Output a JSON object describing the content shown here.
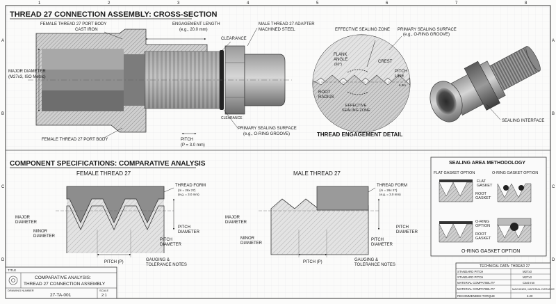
{
  "grid": {
    "cols": [
      "1",
      "2",
      "3",
      "4",
      "5",
      "6",
      "7",
      "8"
    ],
    "rows": [
      "A",
      "B",
      "C",
      "D"
    ]
  },
  "top": {
    "title": "THREAD 27 CONNECTION ASSEMBLY: CROSS-SECTION",
    "labels": {
      "female_port_body_top": [
        "FEMALE THREAD 27 PORT BODY",
        "CAST IRON"
      ],
      "engagement_length": [
        "ENGAGEMENT LENGTH",
        "(e.g., 20.0 mm)"
      ],
      "clearance_top": "CLEARANCE",
      "male_adapter": [
        "MALE THREAD 27 ADAPTER",
        "MACHINED STEEL"
      ],
      "major_diameter": [
        "MAJOR DIAMETER",
        "(M27x3, ISO Metric)"
      ],
      "clearance_bottom": "CLEARANCE",
      "primary_sealing_surface": [
        "PRIMARY SEALING SURFACE",
        "(e.g., O-RING GROOVE)"
      ],
      "pitch": [
        "PITCH",
        "(P = 3.0 mm)"
      ],
      "female_port_body_bottom": "FEMALE THREAD 27 PORT BODY"
    },
    "detail": {
      "effective_sealing_zone_top": "EFFECTIVE SEALING ZONE",
      "primary_sealing_surface": [
        "PRIMARY SEALING SURFACE",
        "(e.g., O-RING GROOVE)"
      ],
      "flank_angle": [
        "FLANK",
        "ANGLE",
        "(60°)"
      ],
      "crest": "CREST",
      "pitch_line": [
        "PITCH",
        "LINE"
      ],
      "root_radius": [
        "ROOT",
        "RADIUS"
      ],
      "effective_sealing_zone_bottom": [
        "EFFECTIVE",
        "SEALING ZONE"
      ],
      "dim": "6.3m",
      "caption": "THREAD ENGAGEMENT DETAIL"
    },
    "sealing_interface": "SEALING INTERFACE"
  },
  "bottom": {
    "title": "COMPONENT SPECIFICATIONS: COMPARATIVE ANALYSIS",
    "female": {
      "heading": "FEMALE THREAD 27",
      "thread_form": [
        "THREAD FORM",
        "(m = 26x 27)",
        "(e.g. = 3.0 mm)"
      ],
      "major_diameter": [
        "MAJOR",
        "DIAMETER"
      ],
      "minor_diameter": [
        "MINOR",
        "DIAMETER"
      ],
      "pitch_diameter": [
        "PITCH",
        "DIAMETER"
      ],
      "pitch": "PITCH (P)",
      "gauging": [
        "GAUGING &",
        "TOLERANCE NOTES"
      ]
    },
    "male": {
      "heading": "MALE THREAD 27",
      "thread_form": [
        "THREAD FORM",
        "(m = 26x 27)",
        "(e.g. = 3.0 mm)"
      ],
      "major_diameter": [
        "MAJOR",
        "DIAMETER"
      ],
      "minor_diameter": [
        "MINOR",
        "DIAMETER"
      ],
      "pitch_diameter": [
        "PITCH",
        "DIAMETER"
      ],
      "pitch": "PITCH (P)",
      "gauging": [
        "GAUGING &",
        "TOLERANCE NOTES"
      ]
    },
    "sealing": {
      "title": "SEALING AREA METHODOLOGY",
      "flat_option": "FLAT GASKET OPTION",
      "oring_option": "O-RING GASKET OPTION",
      "flat_gasket": [
        "FLAT",
        "GASKET"
      ],
      "root_gasket_1": [
        "ROOT",
        "GASKET"
      ],
      "oring": [
        "O-RING",
        "OPTION"
      ],
      "root_gasket_2": [
        "ROOT",
        "GASKET"
      ],
      "footer": "O-RING GASKET OPTION"
    }
  },
  "title_block": {
    "label": "TITLE",
    "title": [
      "COMPARATIVE ANALYSIS:",
      "THREAD 27 CONNECTION ASSEMBLY"
    ],
    "drawing_number_label": "DRAWING NUMBER",
    "drawing_number": "27-TA-001",
    "scale_label": "SCALE",
    "scale": "2:1"
  },
  "tech_table": {
    "title": "TECHNICAL DATA: THREAD 27",
    "rows": [
      [
        "STANDARD PITCH",
        "M27x3"
      ],
      [
        "STANDARD PITCH",
        "M27x3"
      ],
      [
        "MATERIAL COMPATIBILITY",
        "Cast Iron"
      ],
      [
        "MATERIAL COMPATIBILITY",
        "MACHINED, MATERIAL DISTANCE"
      ],
      [
        "RECOMMENDED TORQUE",
        "2.20"
      ]
    ]
  }
}
